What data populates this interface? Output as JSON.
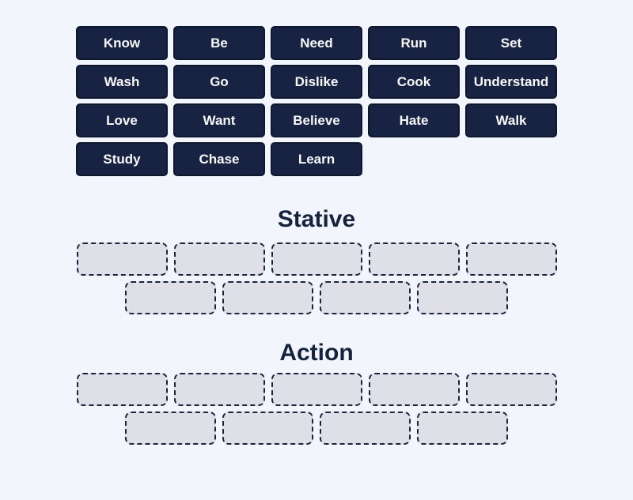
{
  "colors": {
    "page-bg": "#f2f6fc",
    "tile-bg": "#182242",
    "tile-border": "#0e1730",
    "tile-text": "#f8f9fb",
    "slot-bg": "#dfe0e7",
    "slot-border": "#1a2340",
    "heading": "#16233f"
  },
  "word_bank": {
    "tiles": [
      "Know",
      "Be",
      "Need",
      "Run",
      "Set",
      "Wash",
      "Go",
      "Dislike",
      "Cook",
      "Understand",
      "Love",
      "Want",
      "Believe",
      "Hate",
      "Walk",
      "Study",
      "Chase",
      "Learn"
    ]
  },
  "categories": [
    {
      "label": "Stative",
      "slots_row1": 5,
      "slots_row2": 4
    },
    {
      "label": "Action",
      "slots_row1": 5,
      "slots_row2": 4
    }
  ]
}
